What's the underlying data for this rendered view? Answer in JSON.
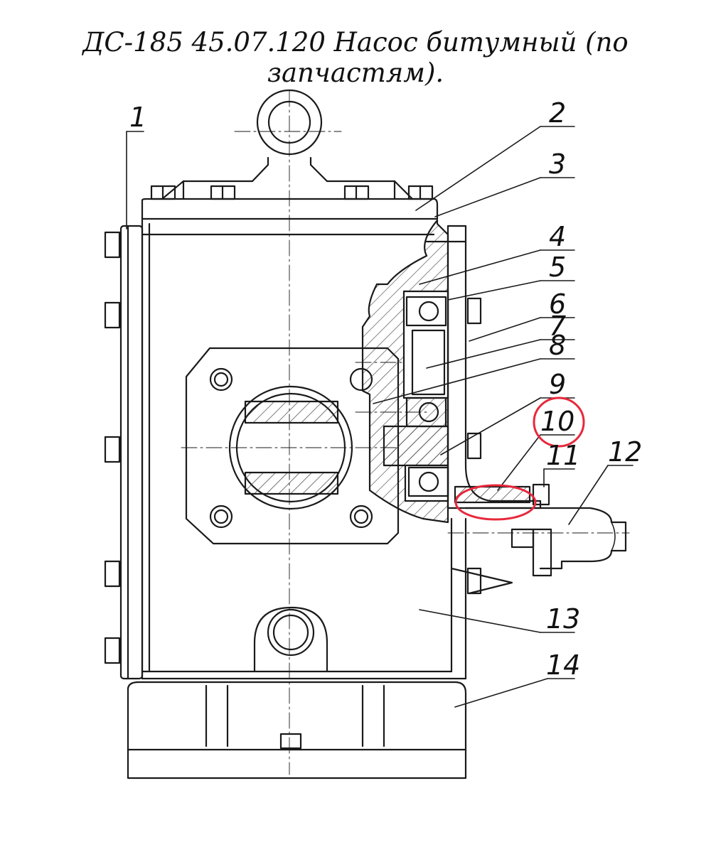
{
  "title": "ДС-185 45.07.120 Насос битумный (по запчастям).",
  "labels": [
    "1",
    "2",
    "3",
    "4",
    "5",
    "6",
    "7",
    "8",
    "9",
    "10",
    "11",
    "12",
    "13",
    "14"
  ],
  "highlighted_label": "10",
  "highlight_color": "#e8283c"
}
